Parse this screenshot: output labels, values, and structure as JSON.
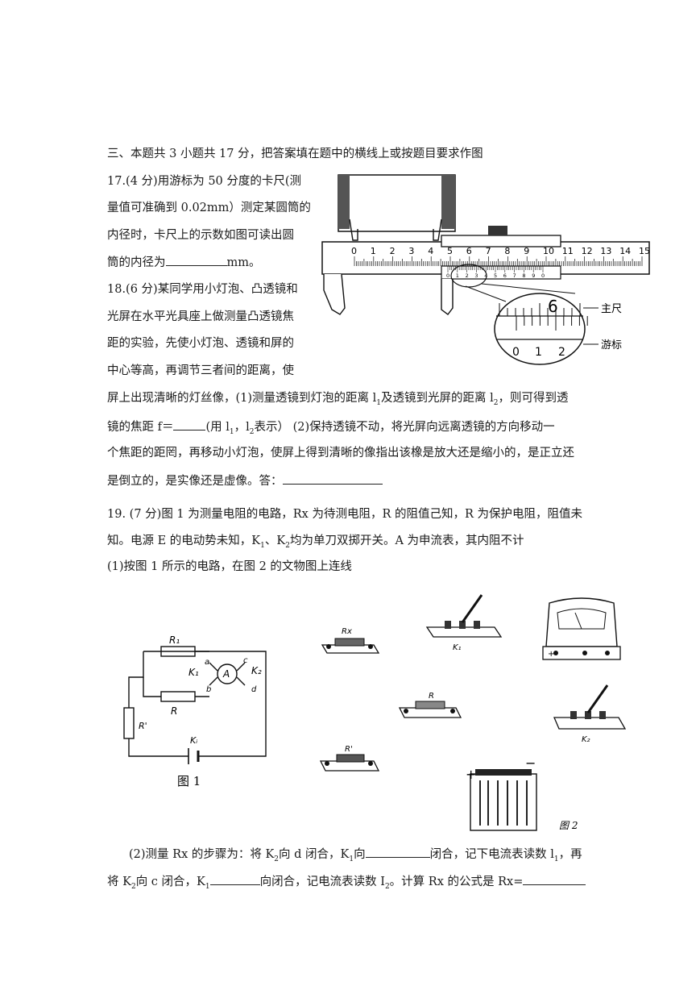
{
  "section": {
    "heading": "三、本题共 3 小题共 17 分，把答案填在题中的横线上或按题目要求作图"
  },
  "q17": {
    "lines": [
      "17.(4 分)用游标为 50 分度的卡尺(测",
      "量值可准确到 0.02mm）测定某圆筒的",
      "内径时，卡尺上的示数如图可读出圆"
    ],
    "last_prefix": "筒的内径为",
    "last_unit": "mm。"
  },
  "q18": {
    "lines": [
      "18.(6 分)某同学用小灯泡、凸透镜和",
      "光屏在水平光具座上做测量凸透镜焦",
      "距的实验，先使小灯泡、透镜和屏的",
      "中心等高，再调节三者间的距离，使"
    ],
    "line5_a": "屏上出现清晰的灯丝像，(1)测量透镜到灯泡的距离 l",
    "line5_sub1": "1",
    "line5_b": "及透镜到光屏的距离 l",
    "line5_sub2": "2",
    "line5_c": "，则可得到透",
    "line6_a": "镜的焦距 f＝",
    "line6_b": "(用 l",
    "line6_sub1": "1",
    "line6_c": "，l",
    "line6_sub2": "2",
    "line6_d": "表示）  (2)保持透镜不动，将光屏向远离透镜的方向移动一",
    "line7": "个焦距的距罔，再移动小灯泡，使屏上得到清晰的像指出该橡是放大还是缩小的，是正立还",
    "line8_a": "是倒立的，是实像还是虚像。答："
  },
  "q19": {
    "line1": "19. (7 分)图 1 为测量电阻的电路，Rx 为待测电阻，R 的阻值己知，R 为保护电阻，阻值未",
    "line2_a": "知。电源 E 的电动势未知，K",
    "line2_sub1": "1",
    "line2_b": "、K",
    "line2_sub2": "2",
    "line2_c": "均为单刀双掷开关。A 为申流表，其内阻不计",
    "line3": "(1)按图 1 所示的电路，在图 2 的文物图上连线",
    "line4_a": "(2)测量 Rx 的步骤为：将 K",
    "line4_sub1": "2",
    "line4_b": "向 d 闭合，K",
    "line4_sub2": "1",
    "line4_c": "向",
    "line4_d": "闭合，记下电流表读数 l",
    "line4_sub3": "1",
    "line4_e": "，再",
    "line5_a": "将 K",
    "line5_sub1": "2",
    "line5_b": "向 c 闭合，K",
    "line5_sub2": "1",
    "line5_c": "向闭合，记电流表读数 I",
    "line5_sub3": "2",
    "line5_d": "。计算 Rx 的公式是 Rx="
  },
  "caliper": {
    "main_ticks": [
      "0",
      "1",
      "2",
      "3",
      "4",
      "5",
      "6",
      "7",
      "8",
      "9",
      "10",
      "11",
      "12",
      "13",
      "14",
      "15"
    ],
    "vernier_ticks": [
      "0",
      "1",
      "2",
      "3",
      "4",
      "5",
      "6",
      "7",
      "8",
      "9",
      "0"
    ],
    "zoom_main": "6",
    "zoom_vernier": [
      "0",
      "1",
      "2"
    ],
    "label_main": "主尺",
    "label_vernier": "游标"
  },
  "fig1": {
    "caption": "图 1",
    "labels": {
      "r1": "R₁",
      "a": "a",
      "c": "c",
      "k1": "K₁",
      "k2": "K₂",
      "ammeter": "A",
      "b": "b",
      "d": "d",
      "r": "R",
      "rp": "R'",
      "e": "Kᵢ"
    }
  },
  "fig2": {
    "caption": "图 2",
    "labels": {
      "rx": "Rx",
      "k1": "K₁",
      "r": "R",
      "k2": "K₂",
      "rp": "R'",
      "plus": "+",
      "minus": "−",
      "meter_plus": "+"
    }
  }
}
